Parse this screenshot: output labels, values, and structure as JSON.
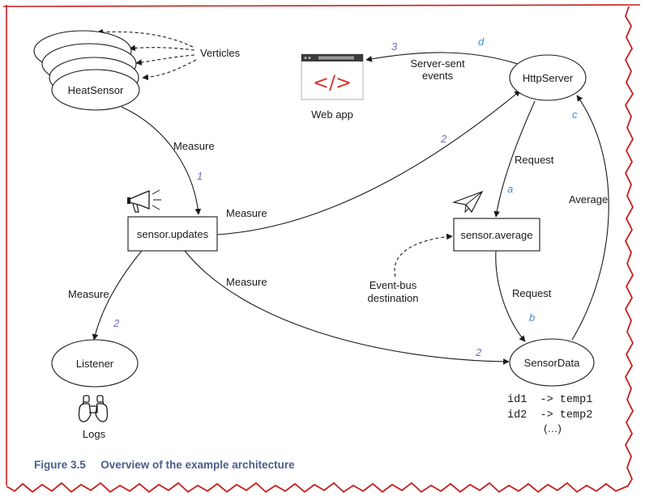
{
  "nodes": {
    "heat_sensor": "HeatSensor",
    "verticles": "Verticles",
    "web_app": "Web app",
    "http_server": "HttpServer",
    "sensor_updates": "sensor.updates",
    "sensor_average": "sensor.average",
    "listener": "Listener",
    "sensor_data": "SensorData",
    "logs": "Logs"
  },
  "edge_labels": {
    "measure_1": "Measure",
    "measure_2": "Measure",
    "measure_3": "Measure",
    "measure_4": "Measure",
    "server_sent_line1": "Server-sent",
    "server_sent_line2": "events",
    "request_1": "Request",
    "request_2": "Request",
    "average": "Average",
    "event_bus_line1": "Event-bus",
    "event_bus_line2": "destination"
  },
  "step_markers": {
    "m1": "1",
    "m2_http": "2",
    "m2_listener": "2",
    "m2_sensordata": "2",
    "m3": "3",
    "a": "a",
    "b": "b",
    "c": "c",
    "d": "d"
  },
  "sensor_data_entries": {
    "line1": "id1  -> temp1",
    "line2": "id2  -> temp2",
    "line3": "(…)"
  },
  "browser_code_glyph": "</>",
  "caption": {
    "number": "Figure 3.5",
    "text": "Overview of the example architecture"
  },
  "colors": {
    "step_purple": "#7b68c8",
    "step_blue": "#3f8fd6",
    "code_glyph_red": "#d9342b",
    "caption_blue": "#4a5d8a",
    "torn_border_red": "#c81e1e"
  },
  "icons": [
    "megaphone-icon",
    "paper-plane-icon",
    "browser-window-icon",
    "binoculars-icon"
  ]
}
